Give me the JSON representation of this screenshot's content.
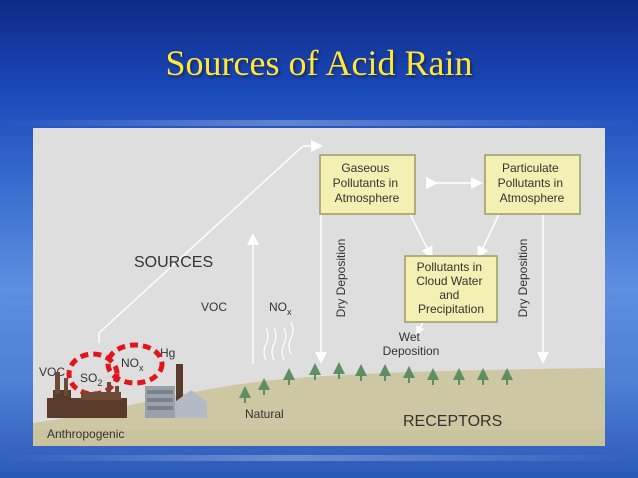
{
  "slide": {
    "title": "Sources of Acid Rain"
  },
  "diagram": {
    "sources_label": "SOURCES",
    "receptors_label": "RECEPTORS",
    "gaseous_box": [
      "Gaseous",
      "Pollutants in",
      "Atmosphere"
    ],
    "particulate_box": [
      "Particulate",
      "Pollutants in",
      "Atmosphere"
    ],
    "cloud_box": [
      "Pollutants in",
      "Cloud Water",
      "and",
      "Precipitation"
    ],
    "dry_deposition": "Dry Deposition",
    "wet_deposition": [
      "Wet",
      "Deposition"
    ],
    "voc_natural": "VOC",
    "nox_natural_main": "NO",
    "nox_natural_sub": "x",
    "voc_anthro": "VOC",
    "so2_main": "SO",
    "so2_sub": "2",
    "nox_anthro_main": "NO",
    "nox_anthro_sub": "x",
    "hg": "Hg",
    "natural": "Natural",
    "anthropogenic": "Anthropogenic",
    "colors": {
      "box_fill": "#f3f0b4",
      "box_stroke": "#9c9a63",
      "tree": "#5f8e63",
      "highlight": "#e0161c"
    }
  }
}
